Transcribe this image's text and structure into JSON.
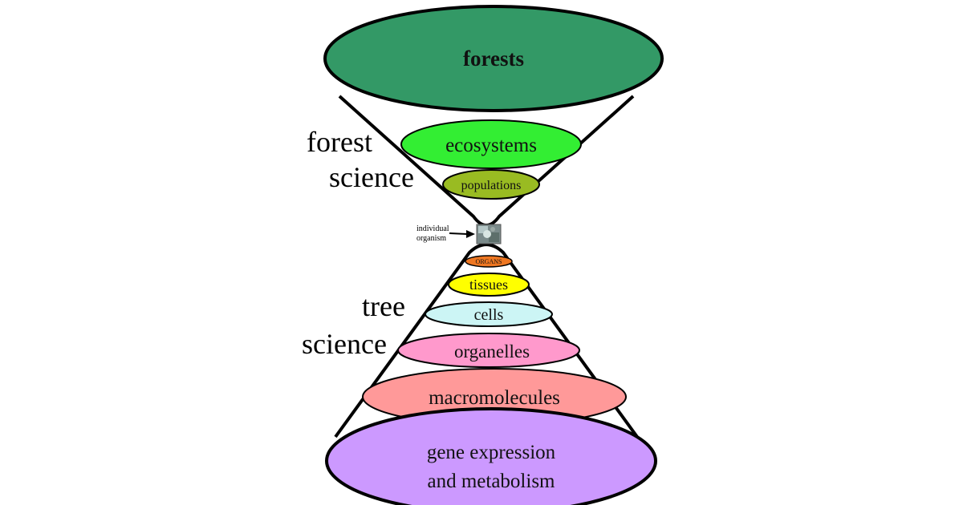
{
  "levels": {
    "forests": {
      "label": "forests",
      "color": "#339966"
    },
    "ecosystems": {
      "label": "ecosystems",
      "color": "#33ee33"
    },
    "populations": {
      "label": "populations",
      "color": "#99bb22"
    },
    "organs": {
      "label": "ORGANS",
      "color": "#ee7722"
    },
    "tissues": {
      "label": "tissues",
      "color": "#ffff00"
    },
    "cells": {
      "label": "cells",
      "color": "#ccf5f5"
    },
    "organelles": {
      "label": "organelles",
      "color": "#ff99cc"
    },
    "macromolecules": {
      "label": "macromolecules",
      "color": "#ff9999"
    },
    "gene": {
      "line1": "gene expression",
      "line2": "and metabolism",
      "color": "#cc99ff"
    }
  },
  "side_labels": {
    "forest_science": {
      "line1": "forest",
      "line2": "science"
    },
    "tree_science": {
      "line1": "tree",
      "line2": "science"
    }
  },
  "individual_organism": {
    "line1": "individual",
    "line2": "organism"
  }
}
